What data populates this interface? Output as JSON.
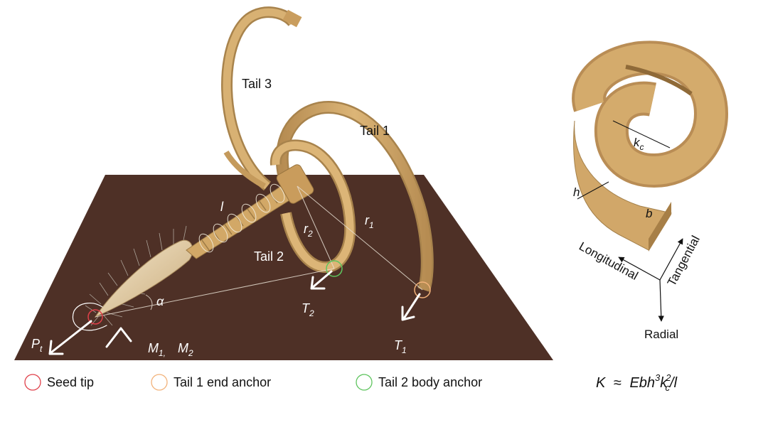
{
  "labels": {
    "tail3": "Tail 3",
    "tail1": "Tail 1",
    "tail2": "Tail 2",
    "l": "l",
    "r1": "r",
    "r1_sub": "1",
    "r2": "r",
    "r2_sub": "2",
    "alpha": "α",
    "T": "T",
    "T1_sub": "1",
    "T2_sub": "2",
    "P": "P",
    "Pt_sub": "t",
    "M": "M",
    "M1_sub": "1,",
    "M2_sub": "2",
    "kc": "k",
    "kc_sub": "c",
    "h": "h",
    "b": "b",
    "longitudinal": "Longitudinal",
    "tangential": "Tangential",
    "radial": "Radial"
  },
  "legend": [
    {
      "label": "Seed tip",
      "color": "#e0404a"
    },
    {
      "label": "Tail 1 end anchor",
      "color": "#f2b27a"
    },
    {
      "label": "Tail 2 body anchor",
      "color": "#5ec45e"
    }
  ],
  "formula": {
    "K": "K",
    "approx": "≈",
    "Ebh": "Ebh",
    "exp3": "3",
    "k": "k",
    "k_sub": "c",
    "exp2": "2",
    "tail": "/l"
  },
  "colors": {
    "ground": "#4e3026",
    "tail": "#d4a866",
    "tail_dark": "#a8834c",
    "tail_light": "#e4c28c",
    "seed": "#e9d6b4"
  }
}
